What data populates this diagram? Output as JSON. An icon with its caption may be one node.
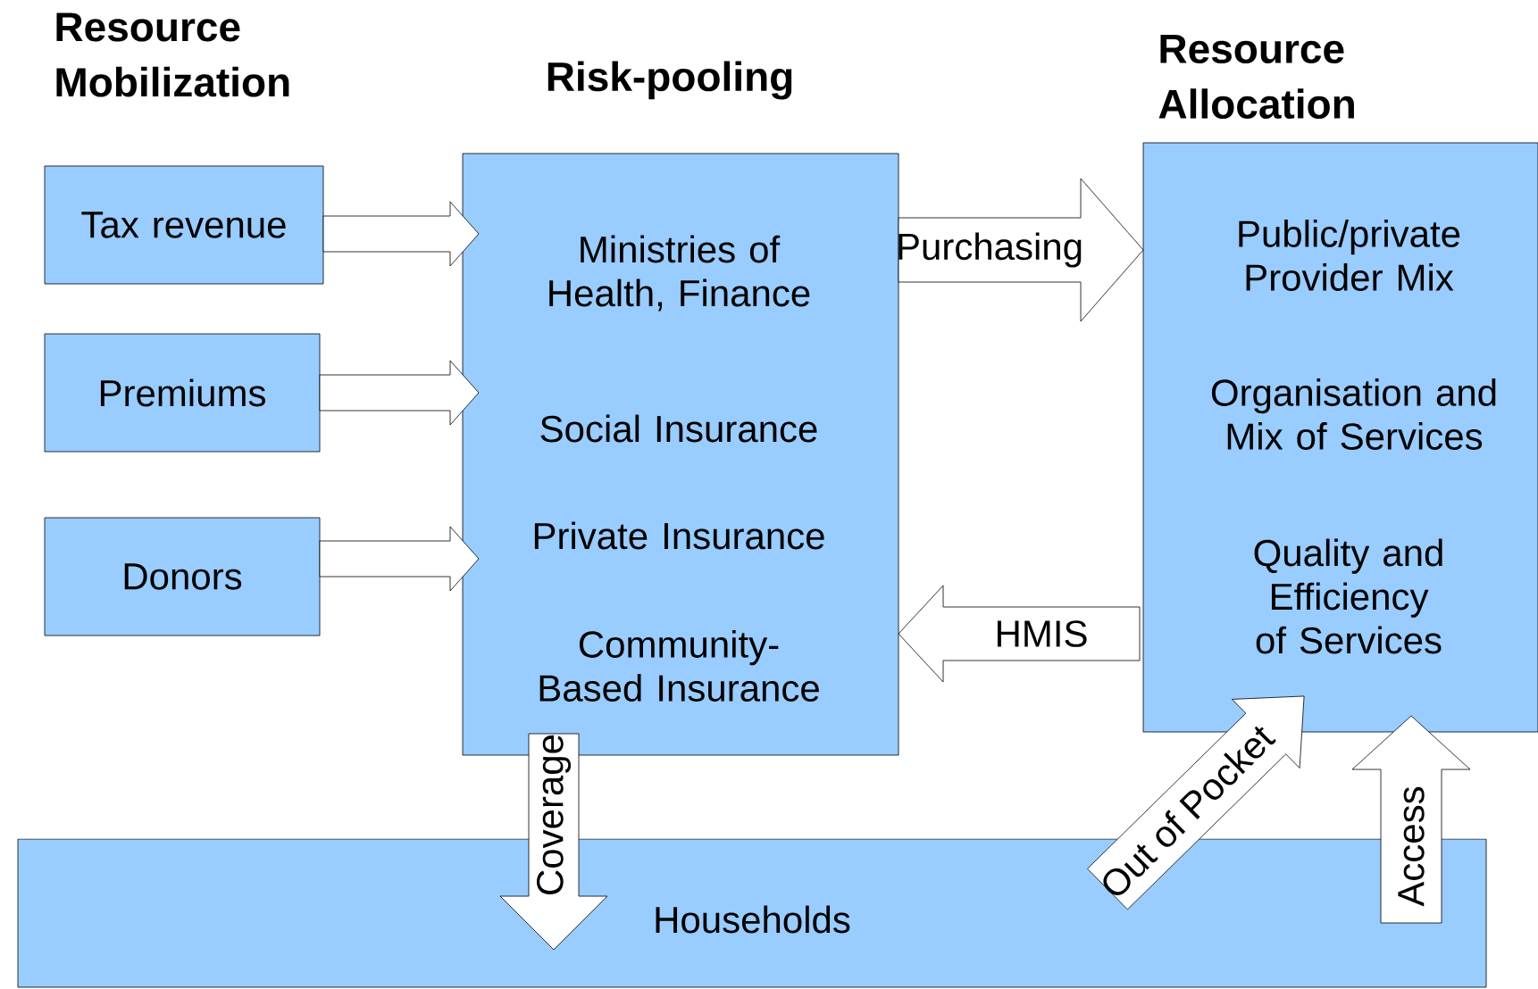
{
  "diagram": {
    "nodes": [
      {
        "text": [
          "Tax revenue"
        ]
      },
      {
        "text": [
          "Premiums"
        ]
      },
      {
        "text": [
          "Donors"
        ]
      },
      {
        "text": [
          "Risk-pooling",
          "Ministries of Health, Finance",
          "Social Insurance",
          "Private Insurance",
          "Community-Based Insurance"
        ]
      },
      {
        "text": [
          "Resource Allocation",
          "Public/private Provider Mix",
          "Organisation and Mix of Services",
          "Quality and Efficiency of Services"
        ]
      },
      {
        "text": [
          "Households"
        ]
      }
    ],
    "edges": [
      {
        "from": 0,
        "to": 3,
        "arrow": "to"
      },
      {
        "from": 1,
        "to": 3,
        "arrow": "to"
      },
      {
        "from": 2,
        "to": 3,
        "arrow": "to"
      },
      {
        "from": 3,
        "to": 4,
        "arrow": "to",
        "label": "Purchasing"
      },
      {
        "from": 4,
        "to": 3,
        "arrow": "to",
        "label": "HMIS"
      },
      {
        "from": 3,
        "to": 5,
        "arrow": "to",
        "label": "Coverage"
      },
      {
        "from": 5,
        "to": 4,
        "arrow": "to",
        "label": "Out of Pocket"
      },
      {
        "from": 5,
        "to": 4,
        "arrow": "to",
        "label": "Access"
      }
    ],
    "labels": [
      "Resource Mobilization"
    ]
  }
}
